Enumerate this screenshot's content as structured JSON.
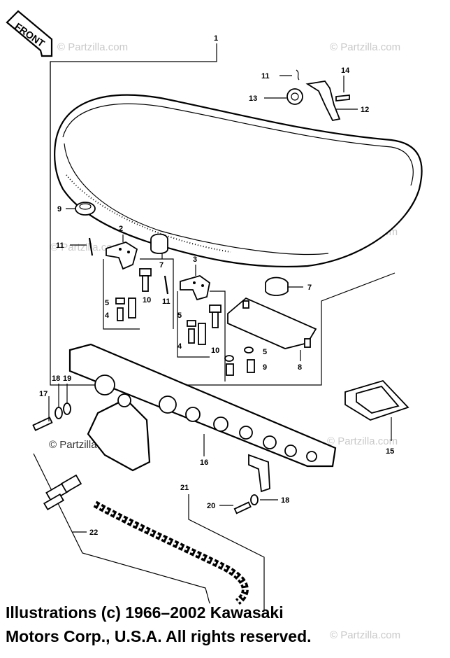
{
  "diagram": {
    "front_label": "FRONT",
    "watermark": "© Partzilla.com",
    "callouts": {
      "c1": "1",
      "c2": "2",
      "c3": "3",
      "c4a": "4",
      "c4b": "4",
      "c5a": "5",
      "c5b": "5",
      "c5c": "5",
      "c7a": "7",
      "c7b": "7",
      "c8": "8",
      "c9a": "9",
      "c9b": "9",
      "c10a": "10",
      "c10b": "10",
      "c11a": "11",
      "c11b": "11",
      "c11c": "11",
      "c12": "12",
      "c13": "13",
      "c14": "14",
      "c15": "15",
      "c16": "16",
      "c17": "17",
      "c18a": "18",
      "c18b": "18",
      "c19": "19",
      "c20": "20",
      "c21": "21",
      "c22": "22"
    }
  },
  "copyright": {
    "line1": "Illustrations (c) 1966–2002 Kawasaki",
    "line2": "Motors Corp., U.S.A.  All rights reserved."
  }
}
